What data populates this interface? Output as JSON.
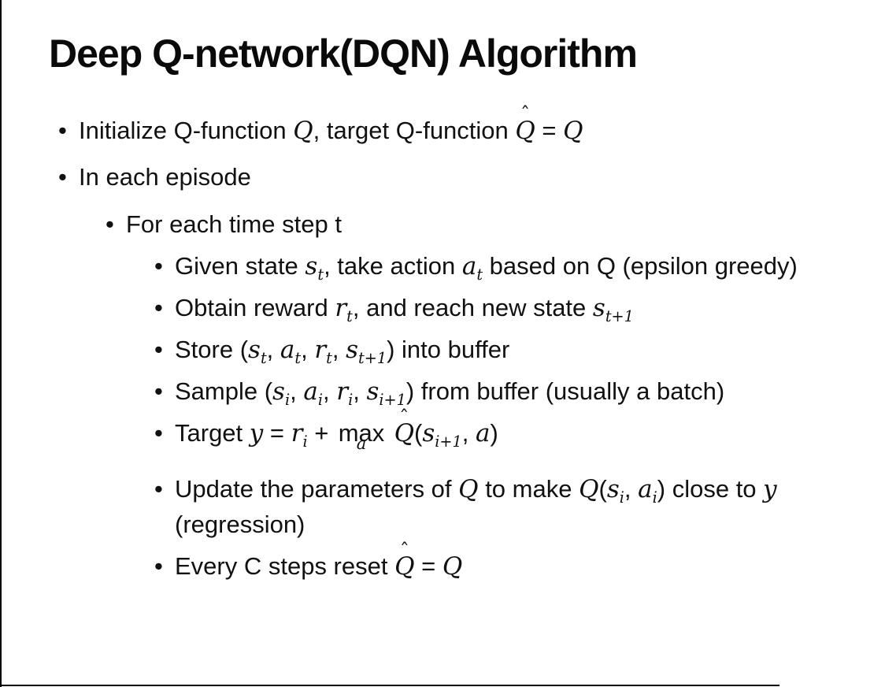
{
  "slide": {
    "title": "Deep Q-network(DQN) Algorithm",
    "bullet_char": "•",
    "hat_char": "ˆ",
    "colors": {
      "background": "#ffffff",
      "text": "#111111",
      "title": "#0a0a0a",
      "edge_line": "#000000"
    },
    "bullets": [
      {
        "level": 1,
        "runs": [
          {
            "t": "Initialize Q-function "
          },
          {
            "m": "Q"
          },
          {
            "t": ", target Q-function "
          },
          {
            "m": "Q",
            "hat": true
          },
          {
            "t": " = "
          },
          {
            "m": "Q"
          }
        ]
      },
      {
        "level": 1,
        "runs": [
          {
            "t": "In each episode"
          }
        ]
      },
      {
        "level": 2,
        "runs": [
          {
            "t": "For each time step t"
          }
        ]
      },
      {
        "level": 3,
        "runs": [
          {
            "t": "Given state "
          },
          {
            "m": "s",
            "sub": "t"
          },
          {
            "t": ", take action "
          },
          {
            "m": "a",
            "sub": "t"
          },
          {
            "t": " based on Q (epsilon greedy)"
          }
        ]
      },
      {
        "level": 3,
        "runs": [
          {
            "t": "Obtain reward "
          },
          {
            "m": "r",
            "sub": "t"
          },
          {
            "t": ", and reach new state "
          },
          {
            "m": "s",
            "sub": "t+1"
          }
        ]
      },
      {
        "level": 3,
        "runs": [
          {
            "t": "Store ("
          },
          {
            "m": "s",
            "sub": "t"
          },
          {
            "t": ", "
          },
          {
            "m": "a",
            "sub": "t"
          },
          {
            "t": ", "
          },
          {
            "m": "r",
            "sub": "t"
          },
          {
            "t": ", "
          },
          {
            "m": "s",
            "sub": "t+1"
          },
          {
            "t": ") into buffer"
          }
        ]
      },
      {
        "level": 3,
        "runs": [
          {
            "t": "Sample ("
          },
          {
            "m": "s",
            "sub": "i"
          },
          {
            "t": ", "
          },
          {
            "m": "a",
            "sub": "i"
          },
          {
            "t": ", "
          },
          {
            "m": "r",
            "sub": "i"
          },
          {
            "t": ", "
          },
          {
            "m": "s",
            "sub": "i+1"
          },
          {
            "t": ") from buffer (usually a batch)"
          }
        ]
      },
      {
        "level": 3,
        "extra_space": true,
        "runs": [
          {
            "t": "Target "
          },
          {
            "m": "y"
          },
          {
            "t": " = "
          },
          {
            "m": "r",
            "sub": "i"
          },
          {
            "t": " + "
          },
          {
            "op": "max",
            "under": "a"
          },
          {
            "t": " "
          },
          {
            "m": "Q",
            "hat": true
          },
          {
            "t": "("
          },
          {
            "m": "s",
            "sub": "i+1"
          },
          {
            "t": ", "
          },
          {
            "m": "a"
          },
          {
            "t": ")"
          }
        ]
      },
      {
        "level": 3,
        "runs": [
          {
            "t": "Update the parameters of "
          },
          {
            "m": "Q"
          },
          {
            "t": " to make "
          },
          {
            "m": "Q"
          },
          {
            "t": "("
          },
          {
            "m": "s",
            "sub": "i"
          },
          {
            "t": ", "
          },
          {
            "m": "a",
            "sub": "i"
          },
          {
            "t": ") close to "
          },
          {
            "m": "y"
          },
          {
            "t": " (regression)"
          }
        ]
      },
      {
        "level": 3,
        "runs": [
          {
            "t": "Every C steps reset "
          },
          {
            "m": "Q",
            "hat": true
          },
          {
            "t": " = "
          },
          {
            "m": "Q"
          }
        ]
      }
    ]
  }
}
